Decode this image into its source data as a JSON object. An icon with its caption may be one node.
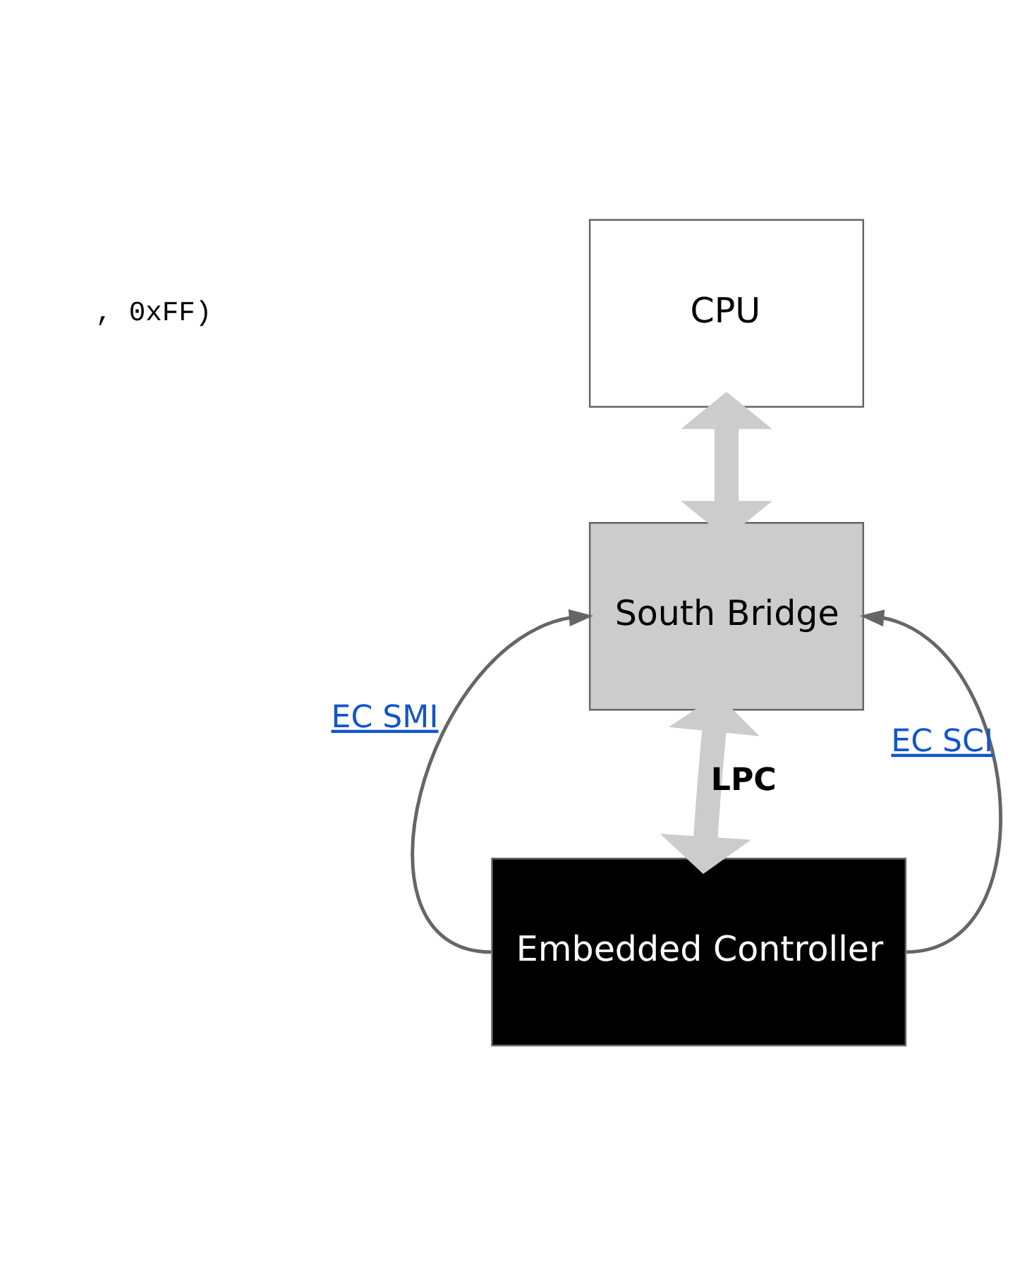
{
  "diagram": {
    "nodes": [
      {
        "text": [
          "CPU"
        ]
      },
      {
        "text": [
          "South Bridge"
        ]
      },
      {
        "text": [
          "Embedded Controller"
        ]
      }
    ],
    "edges": [
      {
        "from": 0,
        "to": 1,
        "arrow": "both",
        "style": "thick",
        "color": "#cccccc"
      },
      {
        "from": 1,
        "to": 2,
        "arrow": "both",
        "style": "thick",
        "color": "#cccccc",
        "label": "LPC"
      },
      {
        "from": 2,
        "to": 1,
        "arrow": "to",
        "label": "EC SMI",
        "color": "#666666"
      },
      {
        "from": 2,
        "to": 1,
        "arrow": "to",
        "label": "EC SCI",
        "color": "#666666"
      }
    ],
    "labels": [
      ", 0xFF)"
    ]
  }
}
